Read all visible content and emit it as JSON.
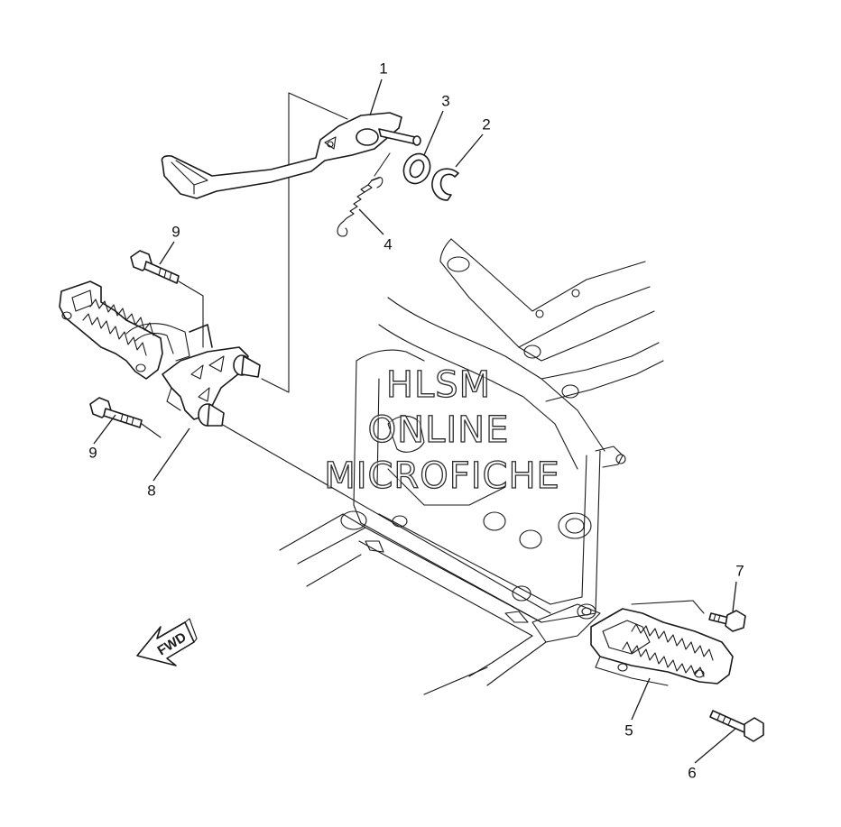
{
  "callouts": {
    "c1": "1",
    "c2": "2",
    "c3": "3",
    "c4": "4",
    "c5": "5",
    "c6": "6",
    "c7": "7",
    "c8": "8",
    "c9a": "9",
    "c9b": "9"
  },
  "watermark": {
    "line1": "HLSM",
    "line2": "ONLINE",
    "line3": "MICROFICHE"
  },
  "direction_arrow": {
    "label": "FWD",
    "icon": "forward-arrow-icon"
  },
  "colors": {
    "ink": "#1a1a1a",
    "background": "#ffffff"
  }
}
